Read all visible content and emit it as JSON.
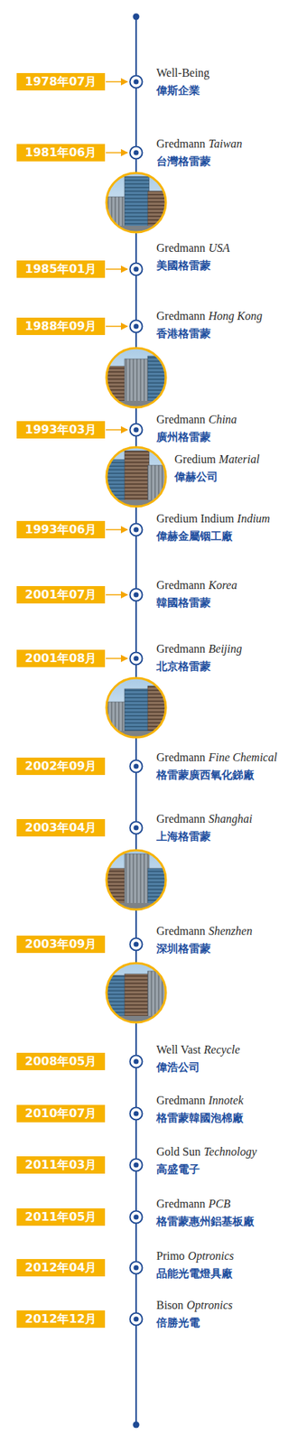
{
  "diagram": {
    "nodes": [
      {
        "text": [
          "1978年07月"
        ]
      },
      {
        "text": [
          "1981年06月"
        ]
      },
      {
        "text": [
          "1985年01月"
        ]
      },
      {
        "text": [
          "1988年09月"
        ]
      },
      {
        "text": [
          "1993年03月"
        ]
      },
      {
        "text": [
          "1993年06月"
        ]
      },
      {
        "text": [
          "2001年07月"
        ]
      },
      {
        "text": [
          "2001年08月"
        ]
      },
      {
        "text": [
          "2002年09月"
        ]
      },
      {
        "text": [
          "2003年04月"
        ]
      },
      {
        "text": [
          "2003年09月"
        ]
      },
      {
        "text": [
          "2008年05月"
        ]
      },
      {
        "text": [
          "2010年07月"
        ]
      },
      {
        "text": [
          "2011年03月"
        ]
      },
      {
        "text": [
          "2011年05月"
        ]
      },
      {
        "text": [
          "2012年04月"
        ]
      },
      {
        "text": [
          "2012年12月"
        ]
      }
    ],
    "labels": [
      "Well-Being",
      "偉斯企業",
      "Gredmann",
      "Taiwan",
      "台灣格雷蒙",
      "Gredmann",
      "USA",
      "美國格雷蒙",
      "Gredmann",
      "Hong Kong",
      "香港格雷蒙",
      "Gredmann",
      "China",
      "廣州格雷蒙",
      "Gredium",
      "Material",
      "偉赫公司",
      "Gredium Indium",
      "Indium",
      "偉赫金屬铟工廠",
      "Gredmann",
      "Korea",
      "韓國格雷蒙",
      "Gredmann",
      "Beijing",
      "北京格雷蒙",
      "Gredmann",
      "Fine Chemical",
      "格雷蒙廣西氧化銻廠",
      "Gredmann",
      "Shanghai",
      "上海格雷蒙",
      "Gredmann",
      "Shenzhen",
      "深圳格雷蒙",
      "Well Vast",
      "Recycle",
      "偉浩公司",
      "Gredmann",
      "Innotek",
      "格雷蒙韓國泡棉廠",
      "Gold Sun",
      "Technology",
      "高盛電子",
      "Gredmann",
      "PCB",
      "格雷蒙惠州鋁基板廠",
      "Primo",
      "Optronics",
      "品能光電燈具廠",
      "Bison",
      "Optronics",
      "倍勝光電"
    ]
  }
}
